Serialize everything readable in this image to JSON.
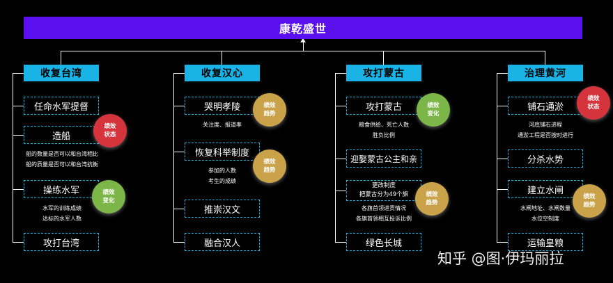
{
  "title": "康乾盛世",
  "columns": [
    {
      "label": "收复台湾",
      "items": [
        {
          "label": "任命水军提督"
        },
        {
          "label": "造船",
          "notes": [
            "船的数量是否可以和台湾相比",
            "船的质量是否可以和台湾抗衡"
          ]
        },
        {
          "label": "操练水军",
          "notes": [
            "水军的训练成绩",
            "达标的水军人数"
          ]
        },
        {
          "label": "攻打台湾"
        }
      ]
    },
    {
      "label": "收复汉心",
      "items": [
        {
          "label": "哭明孝陵",
          "notes": [
            "关注度、报道率"
          ]
        },
        {
          "label": "恢复科举制度",
          "notes": [
            "参加的人数",
            "考生的成绩"
          ]
        },
        {
          "label": "推崇汉文"
        },
        {
          "label": "融合汉人"
        }
      ]
    },
    {
      "label": "攻打蒙古",
      "items": [
        {
          "label": "攻打蒙古",
          "notes": [
            "粮食供给、死亡人数",
            "胜负比例"
          ]
        },
        {
          "label": "迎娶蒙古公主和亲"
        },
        {
          "label_lines": [
            "更改制度",
            "把蒙古分为49个旗"
          ],
          "notes": [
            "各旗首领进贡情况",
            "各旗首领相互投诉比例"
          ]
        },
        {
          "label": "绿色长城"
        }
      ]
    },
    {
      "label": "治理黄河",
      "items": [
        {
          "label": "铺石通淤",
          "notes": [
            "河底铺石进程",
            "通淤工程是否按时进行"
          ]
        },
        {
          "label": "分杀水势"
        },
        {
          "label": "建立水闸",
          "notes": [
            "水闸地址、水闸数量",
            "水位空制度"
          ]
        },
        {
          "label": "运输皇粮"
        }
      ]
    }
  ],
  "badges": [
    {
      "lines": [
        "绩效",
        "状态"
      ],
      "color": "#d6343c"
    },
    {
      "lines": [
        "绩效",
        "变化"
      ],
      "color": "#7cb648"
    },
    {
      "lines": [
        "绩效",
        "趋势"
      ],
      "color": "#c9a24a"
    },
    {
      "lines": [
        "绩效",
        "趋势"
      ],
      "color": "#c9a24a"
    },
    {
      "lines": [
        "绩效",
        "变化"
      ],
      "color": "#7cb648"
    },
    {
      "lines": [
        "绩效",
        "趋势"
      ],
      "color": "#c9a24a"
    },
    {
      "lines": [
        "绩效",
        "状态"
      ],
      "color": "#d6343c"
    },
    {
      "lines": [
        "绩效",
        "趋势"
      ],
      "color": "#c9a24a"
    }
  ],
  "watermark": "知乎 @图·伊玛丽拉"
}
